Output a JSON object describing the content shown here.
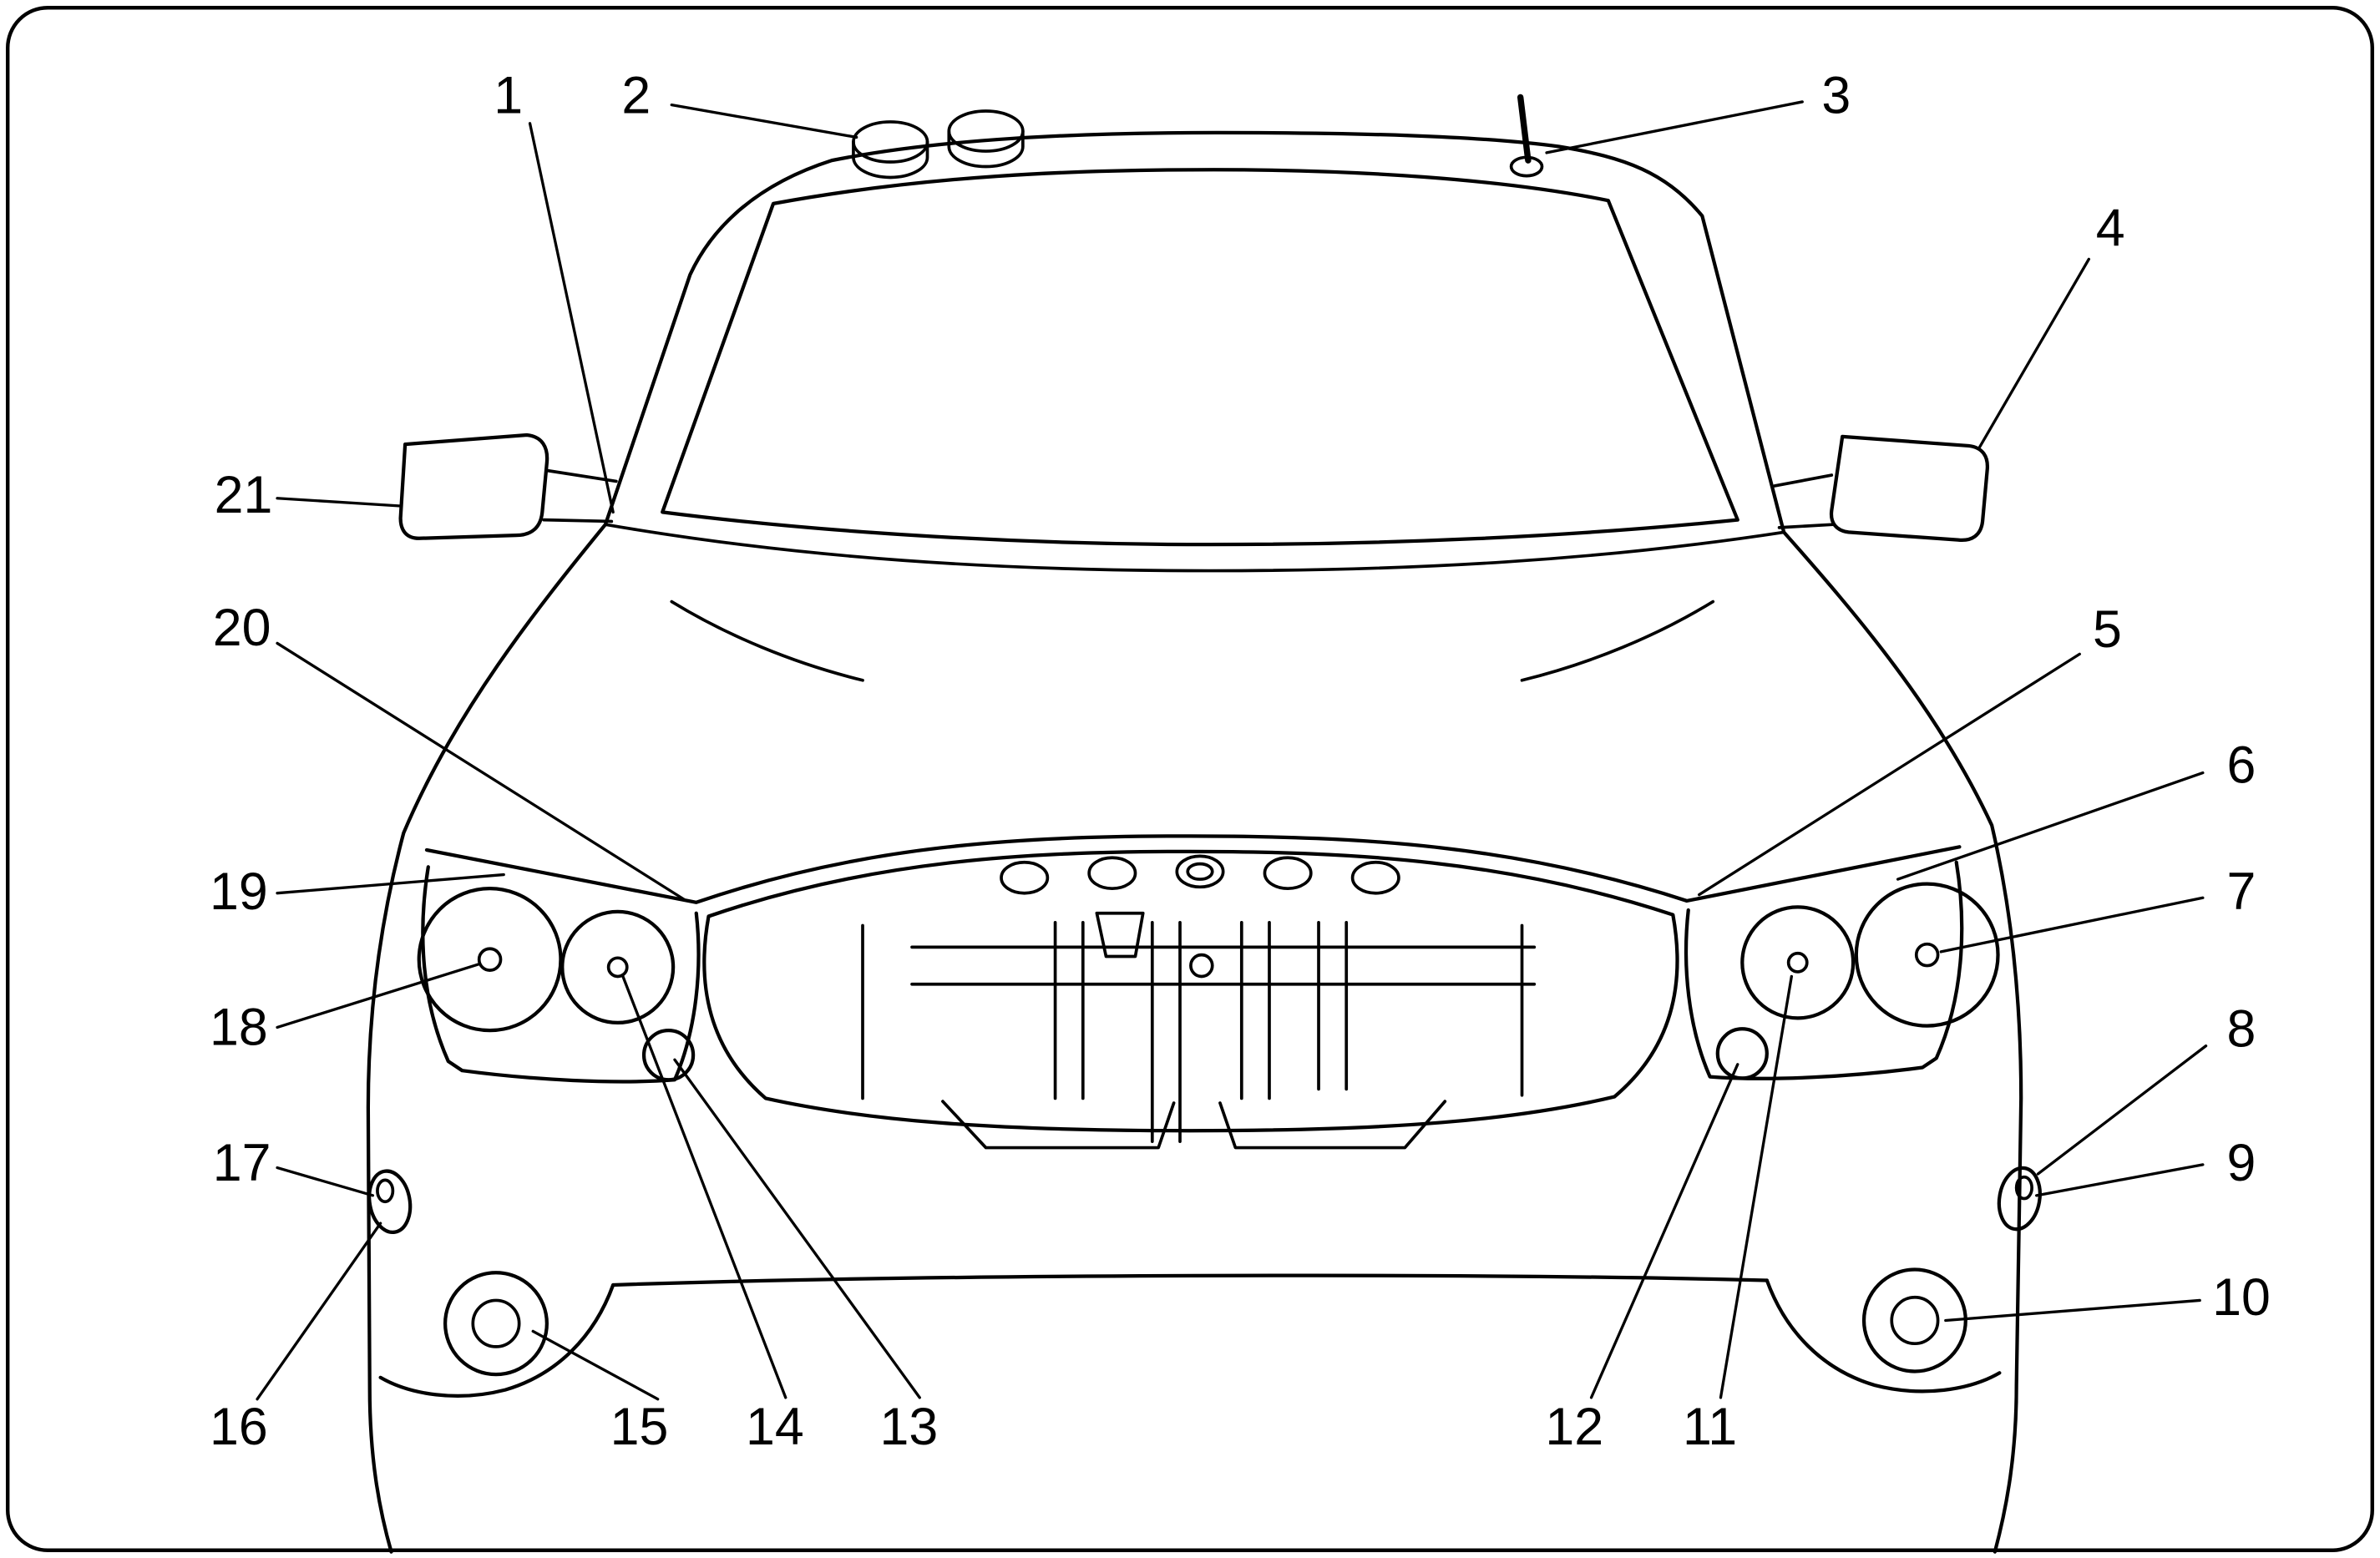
{
  "figure": {
    "background_color": "#ffffff",
    "line_color": "#000000"
  },
  "callouts": [
    {
      "number": "1"
    },
    {
      "number": "2"
    },
    {
      "number": "3"
    },
    {
      "number": "4"
    },
    {
      "number": "5"
    },
    {
      "number": "6"
    },
    {
      "number": "7"
    },
    {
      "number": "8"
    },
    {
      "number": "9"
    },
    {
      "number": "10"
    },
    {
      "number": "11"
    },
    {
      "number": "12"
    },
    {
      "number": "13"
    },
    {
      "number": "14"
    },
    {
      "number": "15"
    },
    {
      "number": "16"
    },
    {
      "number": "17"
    },
    {
      "number": "18"
    },
    {
      "number": "19"
    },
    {
      "number": "20"
    },
    {
      "number": "21"
    }
  ]
}
